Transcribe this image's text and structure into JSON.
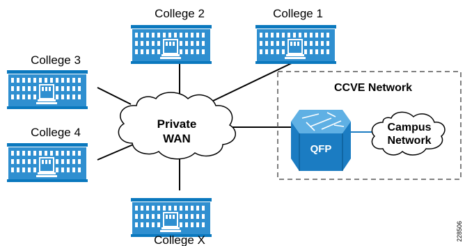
{
  "colleges": {
    "c2": "College 2",
    "c1": "College 1",
    "c3": "College 3",
    "c4": "College 4",
    "cx": "College X"
  },
  "wan": {
    "line1": "Private",
    "line2": "WAN"
  },
  "ccve": {
    "title": "CCVE Network",
    "device_label": "QFP"
  },
  "campus": {
    "line1": "Campus",
    "line2": "Network"
  },
  "figure_id": "228506",
  "colors": {
    "building_roof": "#0a78be",
    "building_body": "#2f8fd0",
    "building_windows": "#ffffff",
    "qfp_body": "#1b7cc2",
    "link_line": "#000000",
    "campus_link": "#1b7cc2",
    "region_border": "#555555"
  }
}
